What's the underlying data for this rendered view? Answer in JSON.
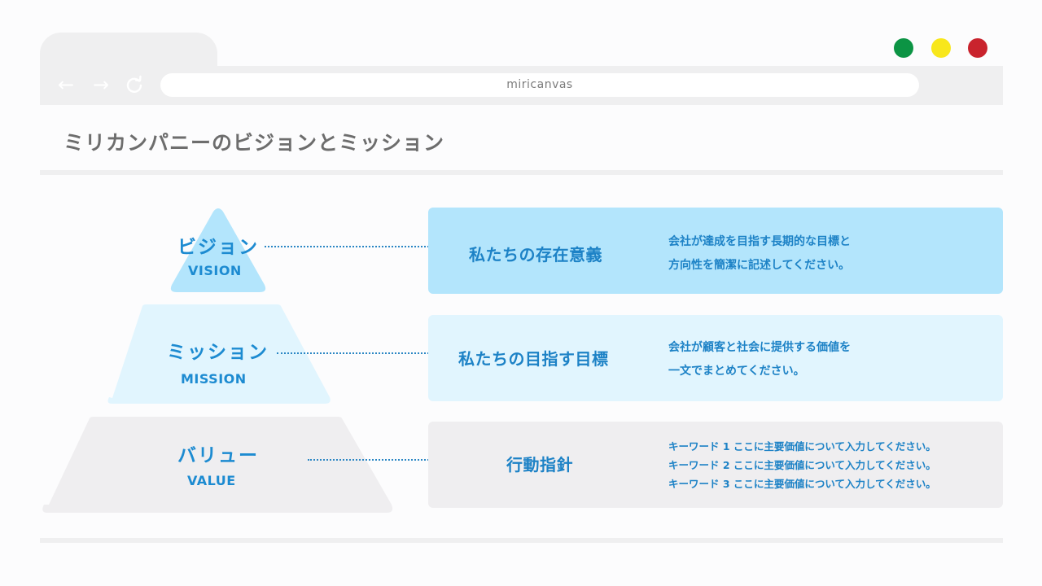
{
  "browser": {
    "address": "miricanvas",
    "nav": {
      "back_icon": "←",
      "forward_icon": "→",
      "reload_icon": "↻"
    },
    "window_dots": [
      {
        "name": "green",
        "color": "#0c9444"
      },
      {
        "name": "yellow",
        "color": "#f8e71c"
      },
      {
        "name": "red",
        "color": "#c9232d"
      }
    ]
  },
  "page": {
    "title": "ミリカンパニーのビジョンとミッション"
  },
  "pyramid": {
    "tiers": [
      {
        "label_jp": "ビジョン",
        "label_en": "VISION",
        "color": "#b3e5fc"
      },
      {
        "label_jp": "ミッション",
        "label_en": "MISSION",
        "color": "#e1f5fe"
      },
      {
        "label_jp": "バリュー",
        "label_en": "VALUE",
        "color": "#efeef0"
      }
    ]
  },
  "cards": [
    {
      "title": "私たちの存在意義",
      "lines": [
        "会社が達成を目指す長期的な目標と",
        "方向性を簡潔に記述してください。"
      ],
      "color": "#b3e5fc"
    },
    {
      "title": "私たちの目指す目標",
      "lines": [
        "会社が顧客と社会に提供する価値を",
        "一文でまとめてください。"
      ],
      "color": "#e1f5fe"
    },
    {
      "title": "行動指針",
      "lines": [
        "キーワード 1 ここに主要価値について入力してください。",
        "キーワード 2 ここに主要価値について入力してください。",
        "キーワード 3 ここに主要価値について入力してください。"
      ],
      "color": "#efeef0"
    }
  ],
  "colors": {
    "accent_text": "#1d8bd1",
    "title_text": "#6d6d6d",
    "chrome": "#efeff0"
  }
}
